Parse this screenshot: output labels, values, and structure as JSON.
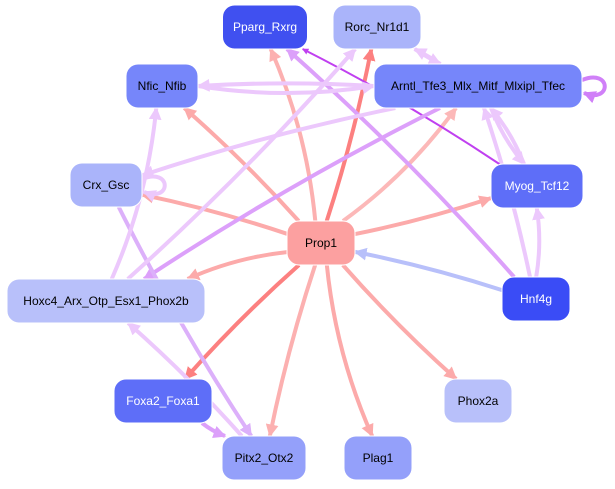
{
  "graph": {
    "nodes": [
      {
        "id": "pparg",
        "label": "Pparg_Rxrg",
        "fill": "#4050f0",
        "text": "#ffffff"
      },
      {
        "id": "rorc",
        "label": "Rorc_Nr1d1",
        "fill": "#aab4fa",
        "text": "#000000"
      },
      {
        "id": "nfic",
        "label": "Nfic_Nfib",
        "fill": "#7686fa",
        "text": "#000000"
      },
      {
        "id": "arntl",
        "label": "Arntl_Tfe3_Mlx_Mitf_Mlxipl_Tfec",
        "fill": "#7686fa",
        "text": "#000000"
      },
      {
        "id": "crx",
        "label": "Crx_Gsc",
        "fill": "#aab4fa",
        "text": "#000000"
      },
      {
        "id": "myog",
        "label": "Myog_Tcf12",
        "fill": "#5e6ef8",
        "text": "#ffffff"
      },
      {
        "id": "prop1",
        "label": "Prop1",
        "fill": "#fca0a0",
        "text": "#000000"
      },
      {
        "id": "hoxc4",
        "label": "Hoxc4_Arx_Otp_Esx1_Phox2b",
        "fill": "#b8c0fa",
        "text": "#000000"
      },
      {
        "id": "hnf4g",
        "label": "Hnf4g",
        "fill": "#3a4cf6",
        "text": "#ffffff"
      },
      {
        "id": "foxa2",
        "label": "Foxa2_Foxa1",
        "fill": "#5e6ef8",
        "text": "#ffffff"
      },
      {
        "id": "phox2a",
        "label": "Phox2a",
        "fill": "#b8c0fa",
        "text": "#000000"
      },
      {
        "id": "pitx2",
        "label": "Pitx2_Otx2",
        "fill": "#94a0fa",
        "text": "#000000"
      },
      {
        "id": "plag1",
        "label": "Plag1",
        "fill": "#94a0fa",
        "text": "#000000"
      }
    ],
    "edges": [
      {
        "from": "prop1",
        "to": "pparg",
        "color": "#fcb0b0"
      },
      {
        "from": "prop1",
        "to": "rorc",
        "color": "#fc8080"
      },
      {
        "from": "prop1",
        "to": "nfic",
        "color": "#fcaaaa"
      },
      {
        "from": "prop1",
        "to": "arntl",
        "color": "#fcb8b8"
      },
      {
        "from": "prop1",
        "to": "crx",
        "color": "#fcaaaa"
      },
      {
        "from": "prop1",
        "to": "myog",
        "color": "#fcaaaa"
      },
      {
        "from": "prop1",
        "to": "hoxc4",
        "color": "#fcaaaa"
      },
      {
        "from": "prop1",
        "to": "foxa2",
        "color": "#fc8080"
      },
      {
        "from": "prop1",
        "to": "pitx2",
        "color": "#fcb0b0"
      },
      {
        "from": "prop1",
        "to": "plag1",
        "color": "#fcaaaa"
      },
      {
        "from": "prop1",
        "to": "phox2a",
        "color": "#fcaaaa"
      },
      {
        "from": "hnf4g",
        "to": "prop1",
        "color": "#b8c0fa"
      },
      {
        "from": "hnf4g",
        "to": "myog",
        "color": "#ecc8fc"
      },
      {
        "from": "hnf4g",
        "to": "arntl",
        "color": "#ecc8fc"
      },
      {
        "from": "hnf4g",
        "to": "pparg",
        "color": "#dca0fa"
      },
      {
        "from": "myog",
        "to": "arntl",
        "color": "#ecc8fc"
      },
      {
        "from": "myog",
        "to": "pparg",
        "color": "#c040f0"
      },
      {
        "from": "arntl",
        "to": "nfic",
        "color": "#ecc8fc"
      },
      {
        "from": "nfic",
        "to": "arntl",
        "color": "#ecc8fc"
      },
      {
        "from": "arntl",
        "to": "rorc",
        "color": "#ecc8fc"
      },
      {
        "from": "rorc",
        "to": "arntl",
        "color": "#ecc8fc"
      },
      {
        "from": "arntl",
        "to": "arntl",
        "color": "#d080f8"
      },
      {
        "from": "arntl",
        "to": "crx",
        "color": "#ecc8fc"
      },
      {
        "from": "arntl",
        "to": "hoxc4",
        "color": "#dca0fa"
      },
      {
        "from": "arntl",
        "to": "myog",
        "color": "#ecc8fc"
      },
      {
        "from": "crx",
        "to": "crx",
        "color": "#ecc8fc"
      },
      {
        "from": "crx",
        "to": "pitx2",
        "color": "#dcb0fa"
      },
      {
        "from": "hoxc4",
        "to": "nfic",
        "color": "#ecc8fc"
      },
      {
        "from": "hoxc4",
        "to": "rorc",
        "color": "#ecc8fc"
      },
      {
        "from": "pitx2",
        "to": "hoxc4",
        "color": "#ecc8fc"
      },
      {
        "from": "foxa2",
        "to": "pitx2",
        "color": "#dca0fa"
      }
    ]
  }
}
